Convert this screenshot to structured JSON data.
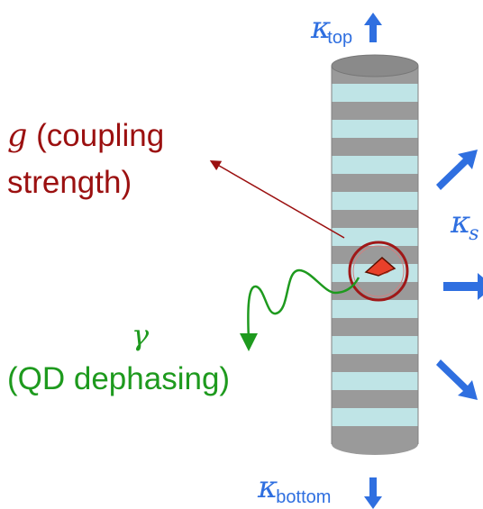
{
  "coupling": {
    "symbol": "g",
    "line1_rest": " (coupling",
    "line2": "strength)",
    "color": "#9B1010"
  },
  "dephasing": {
    "symbol": "γ",
    "text": "(QD dephasing)",
    "color": "#1E9A1E"
  },
  "kappa": {
    "symbol": "κ",
    "top_sub": "top",
    "side_sub": "s",
    "bottom_sub": "bottom",
    "color": "#2F6FE0"
  },
  "pillar": {
    "layer_light": "#BFE4E6",
    "layer_dark": "#9A9A9A",
    "cap": "#8A8A8A",
    "ring": "#A01818",
    "quantum_dot": "#E8402A"
  }
}
